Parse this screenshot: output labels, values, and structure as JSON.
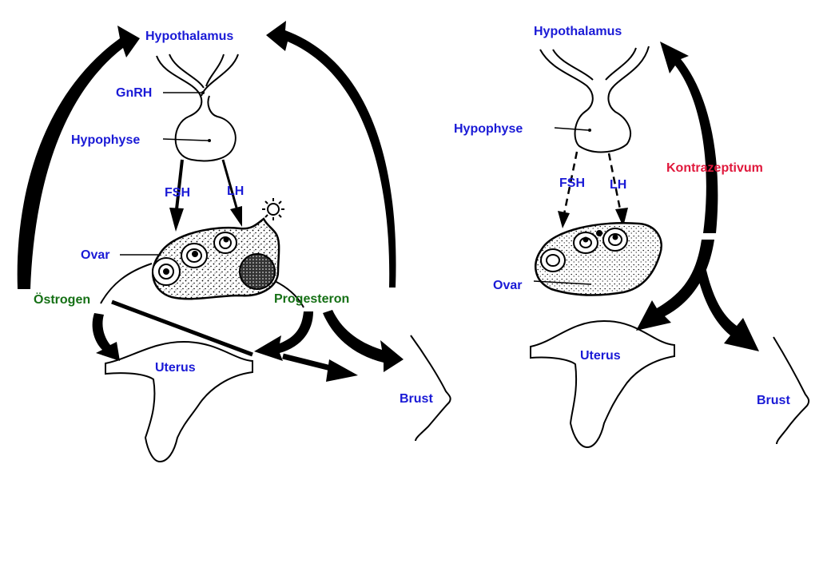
{
  "colors": {
    "organ_label": "#1a1ad6",
    "hormone_label": "#157015",
    "contraceptive_label": "#e0183c",
    "line": "#000000",
    "background": "#ffffff"
  },
  "left_panel": {
    "hypothalamus": "Hypothalamus",
    "gnrh": "GnRH",
    "hypophyse": "Hypophyse",
    "fsh": "FSH",
    "lh": "LH",
    "ovar": "Ovar",
    "oestrogen": "Östrogen",
    "progesteron": "Progesteron",
    "uterus": "Uterus",
    "brust": "Brust"
  },
  "right_panel": {
    "hypothalamus": "Hypothalamus",
    "hypophyse": "Hypophyse",
    "fsh": "FSH",
    "lh": "LH",
    "ovar": "Ovar",
    "kontrazeptivum": "Kontrazeptivum",
    "uterus": "Uterus",
    "brust": "Brust"
  }
}
